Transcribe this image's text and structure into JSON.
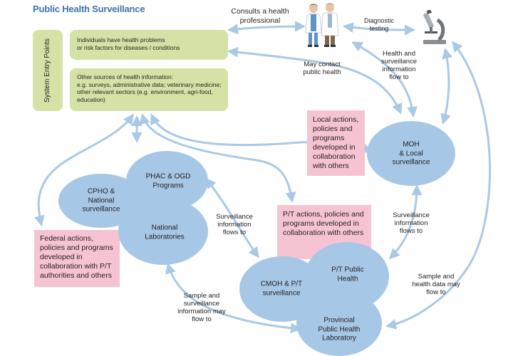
{
  "title": "Public Health Surveillance",
  "entry_points_label": "System Entry Points",
  "entry_boxes": [
    "Individuals have health problems\nor risk factors for diseases / conditions",
    "Other sources of health information:\ne.g. surveys, administrative data; veterinary medicine;\nother relevant sectors (e.g. environment, agri-food,\neducation)"
  ],
  "pink_boxes": {
    "local": "Local actions,\npolicies and\nprograms\ndeveloped in\ncollaboration\nwith others",
    "pt": "P/T actions, policies and\nprograms developed in\ncollaboration with others",
    "federal": "Federal actions,\npolicies and programs\ndeveloped in\ncollaboration with P/T\nauthorities and others"
  },
  "ovals": {
    "moh": "MOH\n& Local\nsurveillance",
    "phac": "PHAC & OGD\nPrograms",
    "cpho": "CPHO &\nNational\nsurveillance",
    "natlab": "National\nLaboratories",
    "cmoh": "CMOH & P/T\nsurveillance",
    "ptph": "P/T Public\nHealth",
    "provlab": "Provincial\nPublic Health\nLaboratory"
  },
  "flow_labels": {
    "consults": "Consults a health\nprofessional",
    "diagnostic": "Diagnostic\ntesting",
    "may_contact": "May contact\npublic health",
    "health_surv": "Health and\nsurveillance\ninformation\nflow to",
    "surv_mid": "Surveillance\ninformation\nflows to",
    "surv_right": "Surveillance\ninformation\nflows to",
    "sample_health": "Sample and\nhealth data may\nflow to",
    "sample_surv": "Sample and\nsurveillance\ninformation may\nflow to"
  },
  "icons": [
    "health-professionals-icon",
    "microscope-icon"
  ],
  "colors": {
    "title": "#3f72ad",
    "green_box": "#d4e2a6",
    "pink_box": "#f6c3d3",
    "oval": "#a6c7e6",
    "arrow": "#a9c9e6"
  }
}
